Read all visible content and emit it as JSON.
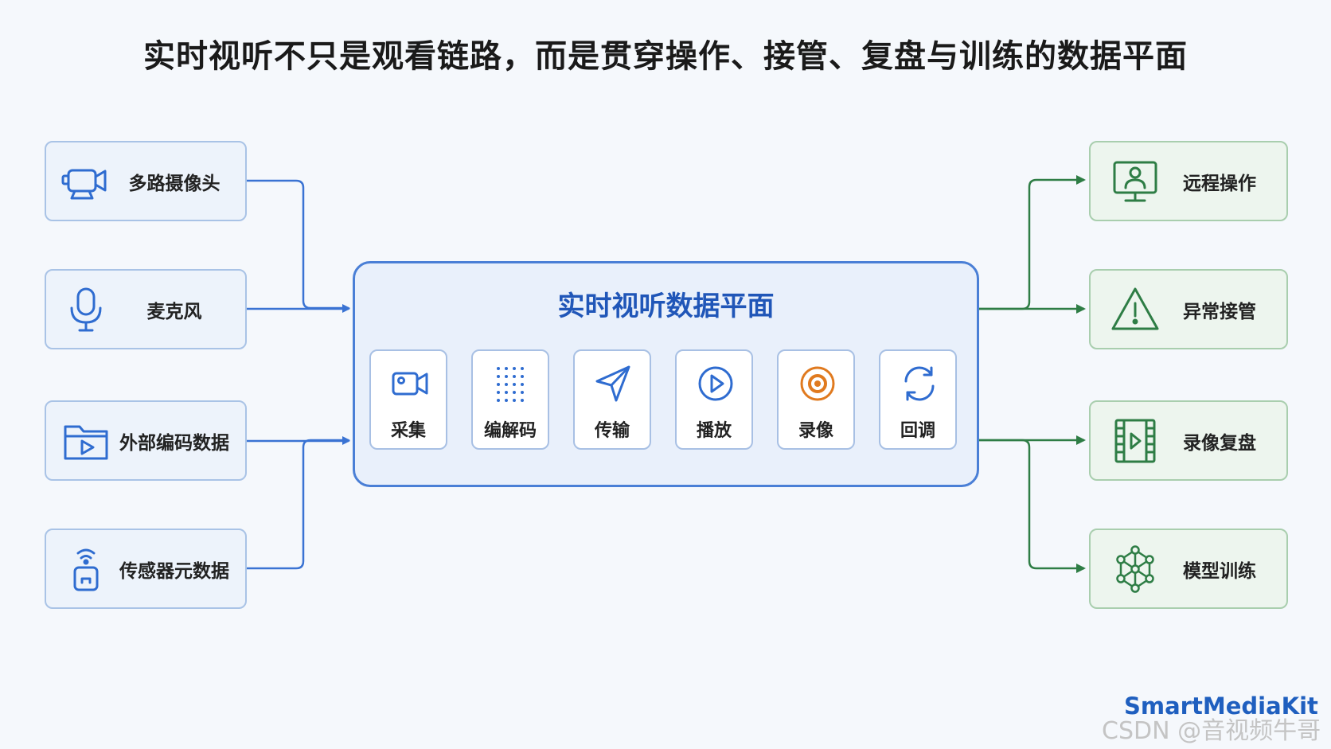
{
  "title": "实时视听不只是观看链路，而是贯穿操作、接管、复盘与训练的数据平面",
  "inputs": [
    {
      "label": "多路摄像头",
      "icon": "video-camera-icon"
    },
    {
      "label": "麦克风",
      "icon": "microphone-icon"
    },
    {
      "label": "外部编码数据",
      "icon": "video-folder-icon"
    },
    {
      "label": "传感器元数据",
      "icon": "wireless-sensor-icon"
    }
  ],
  "center": {
    "title": "实时视听数据平面",
    "steps": [
      {
        "label": "采集",
        "icon": "camera-icon"
      },
      {
        "label": "编解码",
        "icon": "dot-grid-icon"
      },
      {
        "label": "传输",
        "icon": "send-arrow-icon"
      },
      {
        "label": "播放",
        "icon": "play-circle-icon"
      },
      {
        "label": "录像",
        "icon": "record-icon"
      },
      {
        "label": "回调",
        "icon": "refresh-icon"
      }
    ]
  },
  "outputs": [
    {
      "label": "远程操作",
      "icon": "remote-monitor-icon"
    },
    {
      "label": "异常接管",
      "icon": "warning-icon"
    },
    {
      "label": "录像复盘",
      "icon": "film-strip-icon"
    },
    {
      "label": "模型训练",
      "icon": "neural-network-icon"
    }
  ],
  "brand": "SmartMediaKit",
  "watermark": "CSDN @音视频牛哥",
  "colors": {
    "input_accent": "#2f6cd0",
    "output_accent": "#2e7d45",
    "record_accent": "#e07a1f"
  }
}
